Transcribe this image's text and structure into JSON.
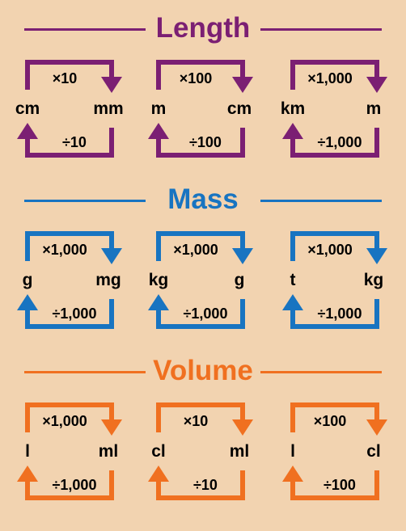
{
  "sections": [
    {
      "title": "Length",
      "color": "#7b1f73",
      "conversions": [
        {
          "from": "cm",
          "to": "mm",
          "multiply": "×10",
          "divide": "÷10"
        },
        {
          "from": "m",
          "to": "cm",
          "multiply": "×100",
          "divide": "÷100"
        },
        {
          "from": "km",
          "to": "m",
          "multiply": "×1,000",
          "divide": "÷1,000"
        }
      ]
    },
    {
      "title": "Mass",
      "color": "#1874c1",
      "conversions": [
        {
          "from": "g",
          "to": "mg",
          "multiply": "×1,000",
          "divide": "÷1,000"
        },
        {
          "from": "kg",
          "to": "g",
          "multiply": "×1,000",
          "divide": "÷1,000"
        },
        {
          "from": "t",
          "to": "kg",
          "multiply": "×1,000",
          "divide": "÷1,000"
        }
      ]
    },
    {
      "title": "Volume",
      "color": "#f07020",
      "conversions": [
        {
          "from": "l",
          "to": "ml",
          "multiply": "×1,000",
          "divide": "÷1,000"
        },
        {
          "from": "cl",
          "to": "ml",
          "multiply": "×10",
          "divide": "÷10"
        },
        {
          "from": "l",
          "to": "cl",
          "multiply": "×100",
          "divide": "÷100"
        }
      ]
    }
  ]
}
